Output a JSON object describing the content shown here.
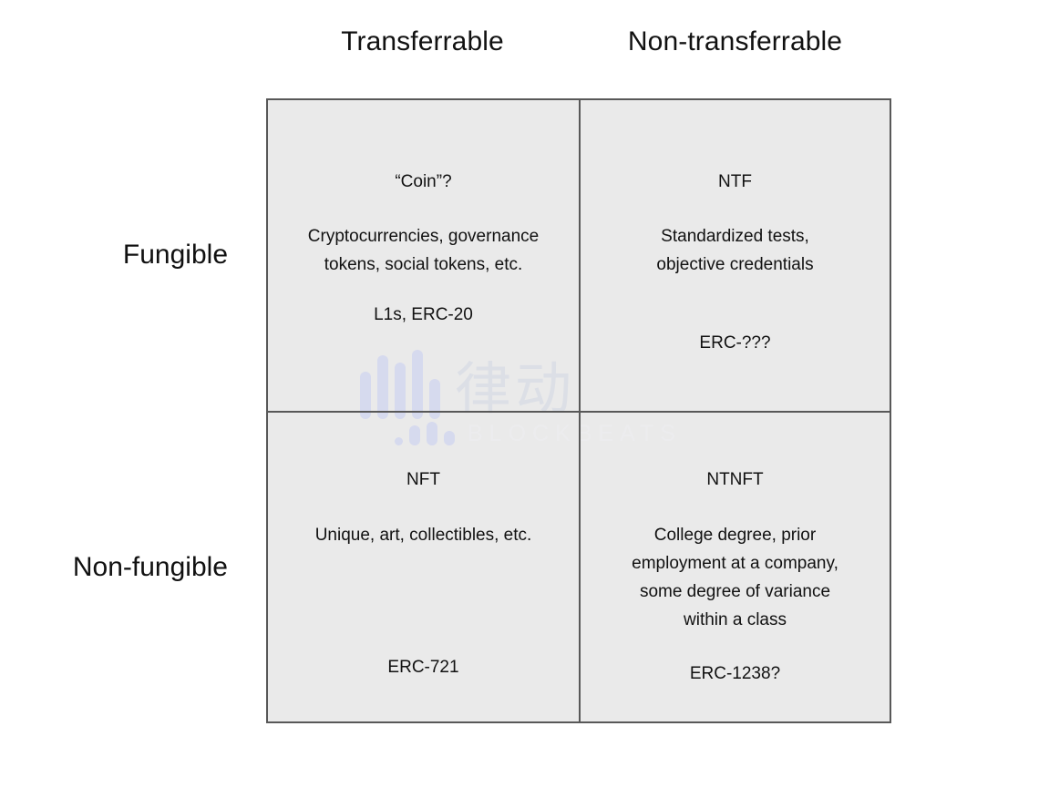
{
  "diagram": {
    "type": "2x2-matrix",
    "title": "",
    "columns": [
      {
        "label": "Transferrable"
      },
      {
        "label": "Non-transferrable"
      }
    ],
    "rows": [
      {
        "label": "Fungible"
      },
      {
        "label": "Non-fungible"
      }
    ],
    "cells": [
      {
        "row": "Fungible",
        "column": "Transferrable",
        "title": "“Coin”?",
        "description": "Cryptocurrencies, governance tokens, social tokens, etc.",
        "standard": "L1s, ERC-20"
      },
      {
        "row": "Fungible",
        "column": "Non-transferrable",
        "title": "NTF",
        "description": "Standardized tests, objective credentials",
        "standard": "ERC-???"
      },
      {
        "row": "Non-fungible",
        "column": "Transferrable",
        "title": "NFT",
        "description": "Unique, art, collectibles, etc.",
        "standard": "ERC-721"
      },
      {
        "row": "Non-fungible",
        "column": "Non-transferrable",
        "title": "NTNFT",
        "description": "College degree, prior employment at a company, some degree of variance within a class",
        "standard": "ERC-1238?"
      }
    ],
    "colors": {
      "cell_fill": "#eaeaea",
      "border": "#585858",
      "text": "#111111",
      "page_background": "#ffffff"
    }
  },
  "watermark": {
    "logo_icon": "bar-chart-logo-icon",
    "cjk_text": "律动",
    "brand_text": "BLOCKBEATS",
    "color": "#dcdfe6"
  }
}
